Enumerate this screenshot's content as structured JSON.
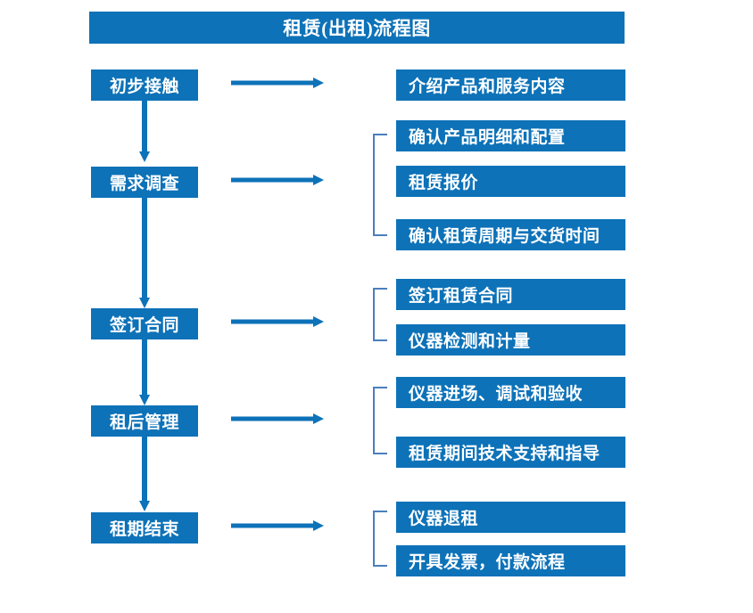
{
  "diagram": {
    "title": "租赁(出租)流程图",
    "colors": {
      "box_fill": "#0d72b8",
      "box_text": "#ffffff",
      "arrow": "#0d72b8",
      "bracket": "#4a7fbc",
      "background": "#ffffff"
    },
    "stages": [
      {
        "id": "stage-1",
        "label": "初步接触",
        "arrow_icon": "arrow-right-icon",
        "bracket": false,
        "details": [
          {
            "label": "介绍产品和服务内容"
          }
        ]
      },
      {
        "id": "stage-2",
        "label": "需求调查",
        "arrow_icon": "arrow-right-icon",
        "bracket": true,
        "details": [
          {
            "label": "确认产品明细和配置"
          },
          {
            "label": "租赁报价"
          },
          {
            "label": "确认租赁周期与交货时间"
          }
        ]
      },
      {
        "id": "stage-3",
        "label": "签订合同",
        "arrow_icon": "arrow-right-icon",
        "bracket": true,
        "details": [
          {
            "label": "签订租赁合同"
          },
          {
            "label": "仪器检测和计量"
          }
        ]
      },
      {
        "id": "stage-4",
        "label": "租后管理",
        "arrow_icon": "arrow-right-icon",
        "bracket": true,
        "details": [
          {
            "label": "仪器进场、调试和验收"
          },
          {
            "label": "租赁期间技术支持和指导"
          }
        ]
      },
      {
        "id": "stage-5",
        "label": "租期结束",
        "arrow_icon": "arrow-right-icon",
        "bracket": true,
        "details": [
          {
            "label": "仪器退租"
          },
          {
            "label": "开具发票，付款流程"
          }
        ]
      }
    ],
    "flow_connectors": [
      {
        "icon": "arrow-down-icon",
        "from": "stage-1",
        "to": "stage-2"
      },
      {
        "icon": "arrow-down-icon",
        "from": "stage-2",
        "to": "stage-3"
      },
      {
        "icon": "arrow-down-icon",
        "from": "stage-3",
        "to": "stage-4"
      },
      {
        "icon": "arrow-down-icon",
        "from": "stage-4",
        "to": "stage-5"
      }
    ]
  }
}
